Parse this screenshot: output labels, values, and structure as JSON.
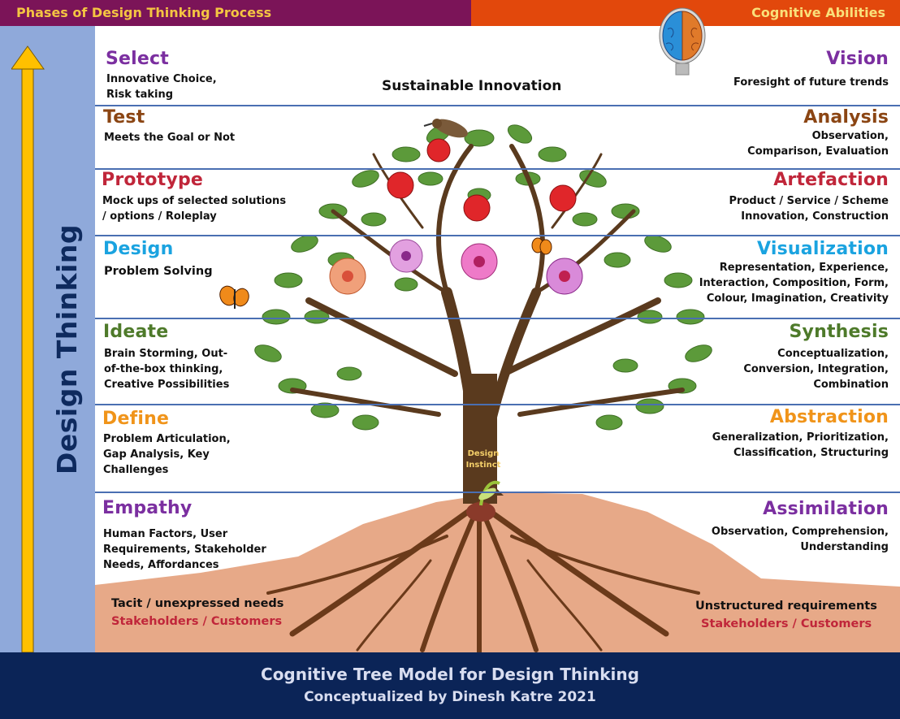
{
  "header": {
    "left_title": "Phases of Design Thinking Process",
    "right_title": "Cognitive Abilities"
  },
  "sidebar": {
    "title": "Design Thinking"
  },
  "top_label": "Sustainable Innovation",
  "root_label": "Design Instinct",
  "phases": [
    {
      "name": "Select",
      "desc": "Innovative Choice,\nRisk taking",
      "color": "#7b2fa0"
    },
    {
      "name": "Test",
      "desc": "Meets the Goal or Not",
      "color": "#8b4513"
    },
    {
      "name": "Prototype",
      "desc": "Mock ups of selected solutions\n/ options / Roleplay",
      "color": "#c0263a"
    },
    {
      "name": "Design",
      "desc": "Problem Solving",
      "color": "#1aa3e0"
    },
    {
      "name": "Ideate",
      "desc": "Brain Storming, Out-\nof-the-box thinking,\nCreative Possibilities",
      "color": "#4e7a2a"
    },
    {
      "name": "Define",
      "desc": "Problem Articulation,\nGap Analysis, Key\nChallenges",
      "color": "#f0941a"
    },
    {
      "name": "Empathy",
      "desc": "Human Factors, User\nRequirements, Stakeholder\nNeeds, Affordances",
      "color": "#7b2fa0"
    }
  ],
  "abilities": [
    {
      "name": "Vision",
      "desc": "Foresight of future trends",
      "color": "#7b2fa0"
    },
    {
      "name": "Analysis",
      "desc": "Observation,\nComparison, Evaluation",
      "color": "#8b4513"
    },
    {
      "name": "Artefaction",
      "desc": "Product / Service / Scheme\nInnovation, Construction",
      "color": "#c0263a"
    },
    {
      "name": "Visualization",
      "desc": "Representation, Experience,\nInteraction, Composition, Form,\nColour, Imagination, Creativity",
      "color": "#1aa3e0"
    },
    {
      "name": "Synthesis",
      "desc": "Conceptualization,\nConversion, Integration,\nCombination",
      "color": "#4e7a2a"
    },
    {
      "name": "Abstraction",
      "desc": "Generalization, Prioritization,\nClassification, Structuring",
      "color": "#f0941a"
    },
    {
      "name": "Assimilation",
      "desc": "Observation, Comprehension,\nUnderstanding",
      "color": "#7b2fa0"
    }
  ],
  "ground": {
    "left_line1": "Tacit / unexpressed needs",
    "left_line2": "Stakeholders / Customers",
    "right_line1": "Unstructured requirements",
    "right_line2": "Stakeholders / Customers",
    "accent": "#c0263a"
  },
  "footer": {
    "title": "Cognitive Tree Model for Design Thinking",
    "subtitle": "Conceptualized by Dinesh Katre 2021"
  }
}
